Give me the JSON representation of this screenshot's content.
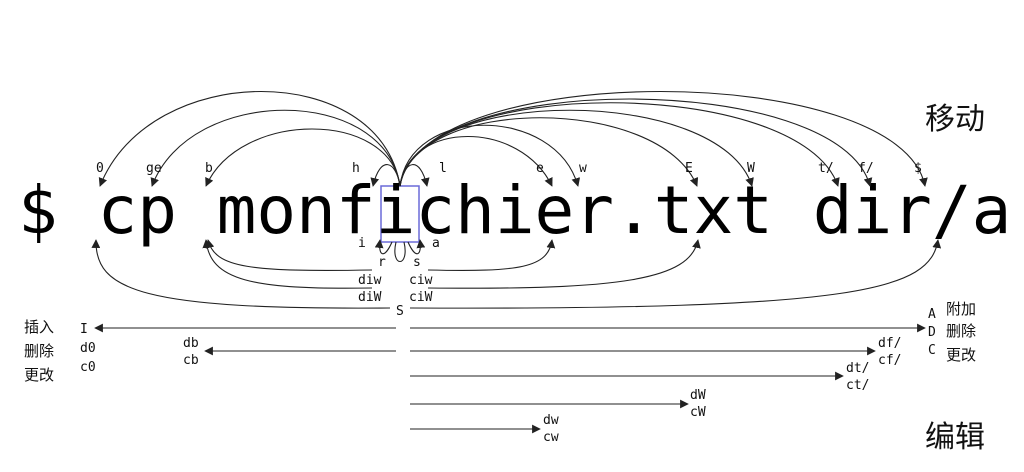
{
  "titles": {
    "move": "移动",
    "edit": "编辑"
  },
  "command": "$ cp monfichier.txt dir/a",
  "motions_top": {
    "zero": "0",
    "ge": "ge",
    "b": "b",
    "h": "h",
    "l": "l",
    "e": "e",
    "w": "w",
    "E": "E",
    "W": "W",
    "t": "t/",
    "f": "f/",
    "dollar": "$"
  },
  "motions_bottom": {
    "i": "i",
    "a": "a",
    "r": "r",
    "s": "s",
    "diw": "diw",
    "ciw": "ciw",
    "diW": "diW",
    "ciW": "ciW",
    "S": "S"
  },
  "left_side": {
    "cjk": [
      "插入",
      "删除",
      "更改"
    ],
    "keys": [
      "I",
      "d0",
      "c0"
    ]
  },
  "right_side": {
    "keys": [
      "A",
      "D",
      "C"
    ],
    "cjk": [
      "附加",
      "删除",
      "更改"
    ]
  },
  "edit_ops": {
    "db": "db",
    "cb": "cb",
    "df": "df/",
    "cf": "cf/",
    "dt": "dt/",
    "ct": "ct/",
    "dW": "dW",
    "cW": "cW",
    "dw": "dw",
    "cw": "cw"
  },
  "colors": {
    "cursor_box": "#6a6ad8",
    "stroke": "#222222"
  }
}
